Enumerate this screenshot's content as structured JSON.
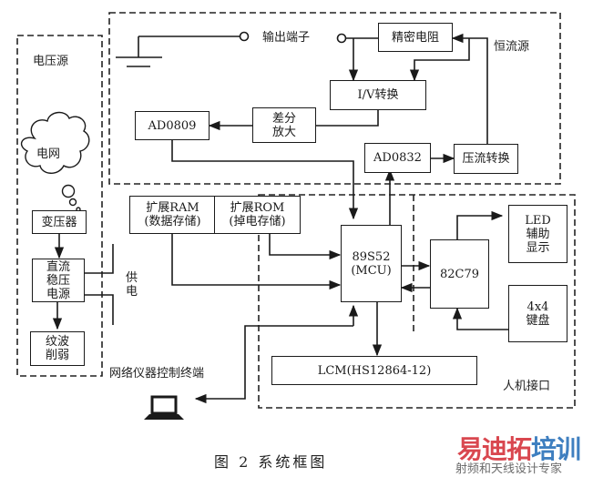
{
  "diagram": {
    "groups": {
      "voltage_source": "电压源",
      "constant_current_source": "恒流源",
      "human_machine_interface": "人机接口"
    },
    "blocks": {
      "grid": "电网",
      "transformer": "变压器",
      "dc_regulated_supply": "直流\n稳压\n电源",
      "ripple_reduction": "纹波\n削弱",
      "output_terminal": "输出端子",
      "precision_resistor": "精密电阻",
      "iv_converter": "I/V转换",
      "diff_amp": "差分\n放大",
      "ad0809": "AD0809",
      "ad0832": "AD0832",
      "vi_converter": "压流转换",
      "ext_ram": "扩展RAM\n(数据存储)",
      "ext_rom": "扩展ROM\n(掉电存储)",
      "mcu": "89S52\n(MCU)",
      "kbd_ctrl": "82C79",
      "led_display": "LED\n辅助\n显示",
      "keypad": "4x4\n键盘",
      "lcm": "LCM(HS12864-12)"
    },
    "labels": {
      "power_supply": "供\n电",
      "network_terminal": "网络仪器控制终端"
    },
    "caption": "图 2    系统框图"
  },
  "watermark": {
    "brand_part1": "易迪拓",
    "brand_part2": "培训",
    "tagline": "射频和天线设计专家",
    "color_red": "#d9474f",
    "color_blue": "#3f7fc0"
  }
}
